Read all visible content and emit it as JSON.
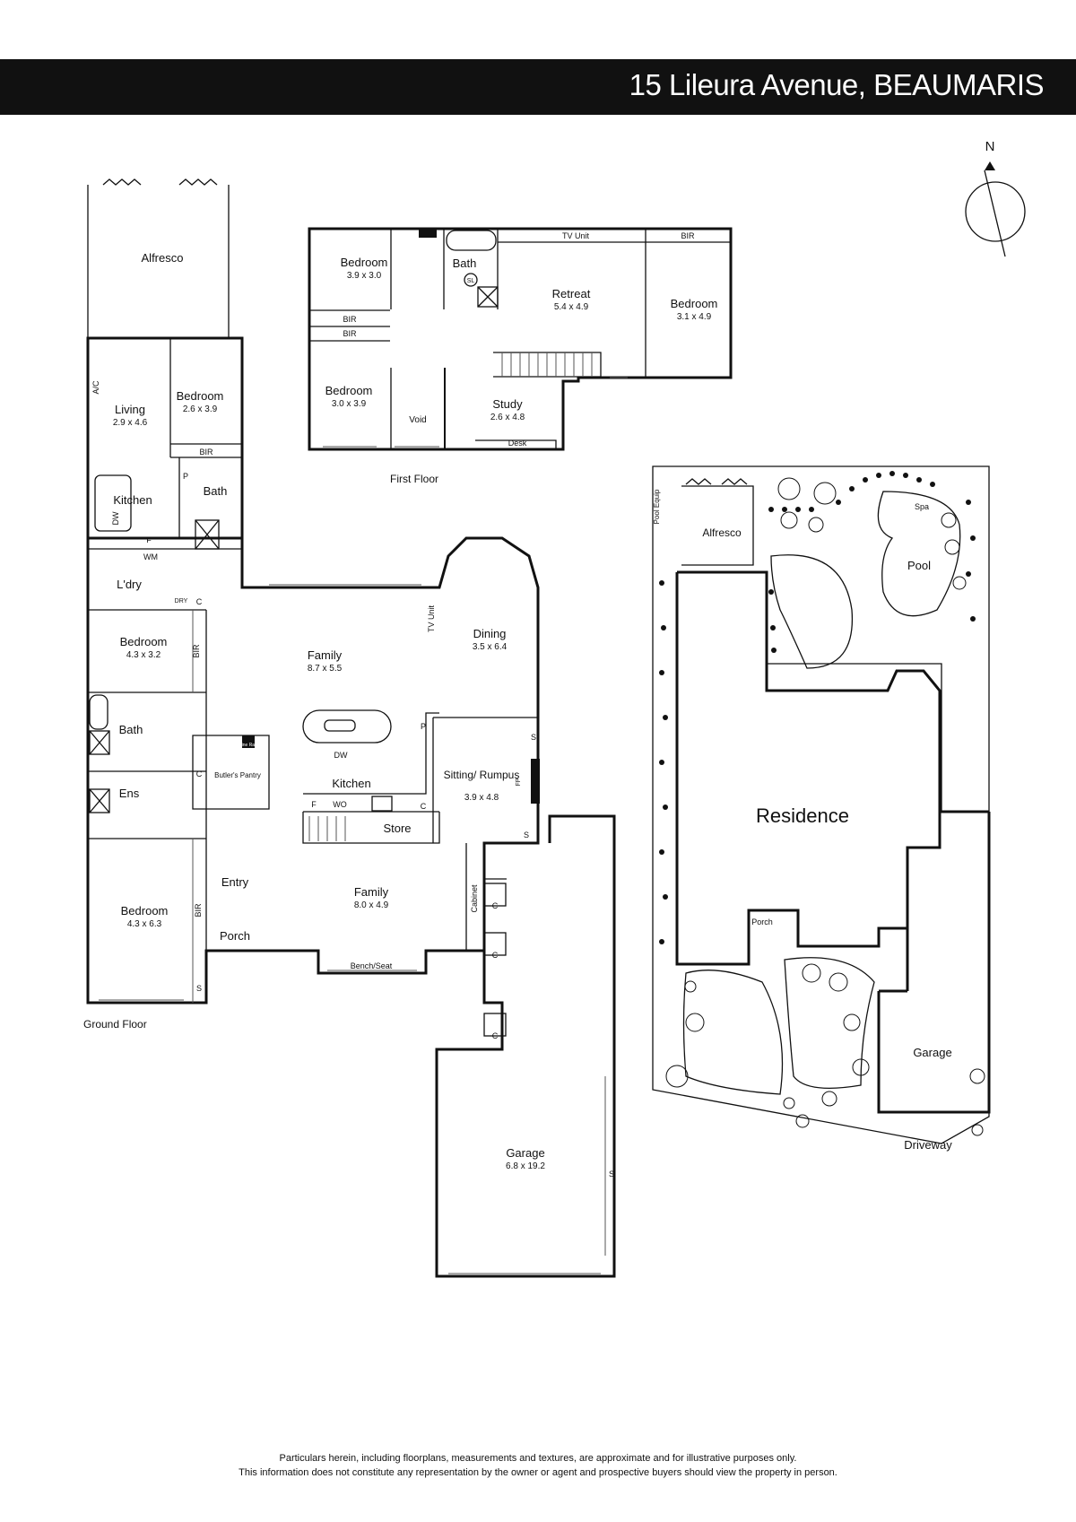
{
  "header": {
    "title": "15 Lileura Avenue, BEAUMARIS"
  },
  "compass": {
    "label": "N"
  },
  "floors": {
    "ground": "Ground Floor",
    "first": "First Floor"
  },
  "rooms": {
    "alfresco": "Alfresco",
    "living": {
      "name": "Living",
      "dim": "2.9 x 4.6"
    },
    "bed_small": {
      "name": "Bedroom",
      "dim": "2.6 x 3.9"
    },
    "ac": "A/C",
    "bir1": "BIR",
    "p1": "P",
    "kitchen_rear": "Kitchen",
    "dw1": "DW",
    "f1": "F",
    "bath_rear": "Bath",
    "wm": "WM",
    "laundry": "L'dry",
    "dry": "DRY",
    "c_dry": "C",
    "bed_mid": {
      "name": "Bedroom",
      "dim": "4.3 x 3.2"
    },
    "bir2": "BIR",
    "family_main": {
      "name": "Family",
      "dim": "8.7 x 5.5"
    },
    "tv_unit": "TV Unit",
    "dining": {
      "name": "Dining",
      "dim": "3.5 x 6.4"
    },
    "bath_mid": "Bath",
    "ens": "Ens",
    "c_ens": "C",
    "butlers": "Butler's Pantry",
    "wine": "Wine Rack",
    "kitchen_main": "Kitchen",
    "dw2": "DW",
    "f2": "F",
    "wo": "WO",
    "c_kit": "C",
    "p2": "P",
    "store": "Store",
    "sitting": {
      "name": "Sitting/ Rumpus",
      "dim": "3.9 x 4.8"
    },
    "s1": "S",
    "s2": "S",
    "fp": "FP",
    "bed_front": {
      "name": "Bedroom",
      "dim": "4.3 x 6.3"
    },
    "bir3": "BIR",
    "s3": "S",
    "entry": "Entry",
    "porch": "Porch",
    "family_front": {
      "name": "Family",
      "dim": "8.0 x 4.9"
    },
    "cabinet": "Cabinet",
    "c1": "C",
    "c2": "C",
    "c3": "C",
    "bench": "Bench/Seat",
    "garage": {
      "name": "Garage",
      "dim": "6.8 x 19.2"
    },
    "s4": "S"
  },
  "first": {
    "bed1": {
      "name": "Bedroom",
      "dim": "3.9 x 3.0"
    },
    "bath": "Bath",
    "sl": "SL",
    "tv_unit": "TV Unit",
    "bir_right": "BIR",
    "retreat": {
      "name": "Retreat",
      "dim": "5.4 x 4.9"
    },
    "bed2": {
      "name": "Bedroom",
      "dim": "3.1 x 4.9"
    },
    "bir_a": "BIR",
    "bir_b": "BIR",
    "bed3": {
      "name": "Bedroom",
      "dim": "3.0 x 3.9"
    },
    "void": "Void",
    "study": {
      "name": "Study",
      "dim": "2.6 x 4.8"
    },
    "desk": "Desk"
  },
  "site": {
    "pool_equip": "Pool Equip",
    "alfresco": "Alfresco",
    "spa": "Spa",
    "pool": "Pool",
    "residence": "Residence",
    "porch": "Porch",
    "garage": "Garage",
    "driveway": "Driveway"
  },
  "disclaimer": {
    "line1": "Particulars herein, including floorplans, measurements and textures, are approximate and for illustrative purposes only.",
    "line2": "This information does not constitute any representation by the owner or agent and prospective buyers should view the property in person."
  }
}
